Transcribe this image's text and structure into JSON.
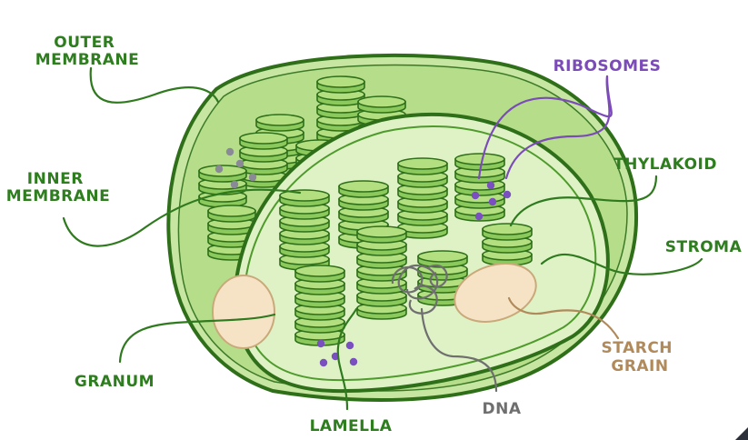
{
  "labels": {
    "outer_membrane": [
      "OUTER",
      "MEMBRANE"
    ],
    "inner_membrane": [
      "INNER",
      "MEMBRANE"
    ],
    "ribosomes": "RIBOSOMES",
    "thylakoid": "THYLAKOID",
    "stroma": "STROMA",
    "granum": "GRANUM",
    "lamella": "LAMELLA",
    "dna": "DNA",
    "starch_grain": [
      "STARCH",
      "GRAIN"
    ]
  },
  "colors": {
    "label_green": "#2e7d1e",
    "ribosomes": "#7b4bb8",
    "dna": "#6f6f6f",
    "starch": "#b08a5a",
    "outline": "#2f6f1a",
    "outer_fill": "#c6e6a2",
    "inner_fill": "#def2c6",
    "thylakoid_top": "#b3df80",
    "thylakoid_side": "#8bc95c",
    "starch_fill": "#f6e3c6",
    "ribosome_dot": "#7a4fc0",
    "grey_dot": "#8a8a96"
  }
}
